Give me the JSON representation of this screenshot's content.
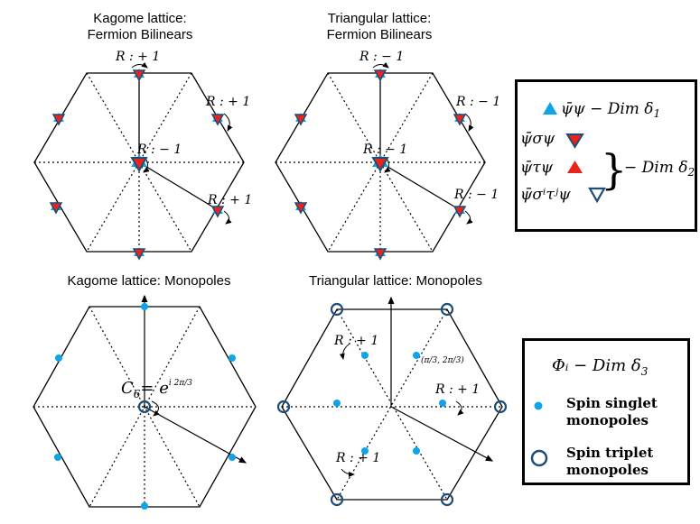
{
  "titles": {
    "kagome_bilinear_line1": "Kagome lattice:",
    "kagome_bilinear_line2": "Fermion Bilinears",
    "triangular_bilinear_line1": "Triangular lattice:",
    "triangular_bilinear_line2": "Fermion Bilinears",
    "kagome_monopole": "Kagome lattice: Monopoles",
    "triangular_monopole": "Triangular lattice: Monopoles"
  },
  "annotations": {
    "kagome_top": "R : + 1",
    "kagome_right_upper": "R : + 1",
    "kagome_center": "R : − 1",
    "kagome_right_lower": "R : + 1",
    "tri_top": "R : − 1",
    "tri_right_upper": "R : − 1",
    "tri_center": "R : − 1",
    "tri_right_lower": "R : − 1",
    "kagome_mono_c6": "C",
    "kagome_mono_c6_sub": "6",
    "kagome_mono_eq": "= e",
    "kagome_mono_exp": "i 2π/3",
    "tri_mono_r1": "R : + 1",
    "tri_mono_r2": "R : + 1",
    "tri_mono_r3": "R : + 1",
    "tri_mono_coord": "(π/3, 2π/3)"
  },
  "legend_bilinear": {
    "dim1_label": "ψ̄ψ − Dim δ",
    "dim1_sub": "1",
    "sigma_label": "ψ̄σψ",
    "tau_label": "ψ̄τψ",
    "sigmatau_label": "ψ̄σⁱτʲψ",
    "dim2_label": "− Dim δ",
    "dim2_sub": "2"
  },
  "legend_monopole": {
    "header": "Φᵢ − Dim δ",
    "header_sub": "3",
    "singlet_line1": "Spin singlet",
    "singlet_line2": "monopoles",
    "triplet_line1": "Spin triplet",
    "triplet_line2": "monopoles"
  },
  "colors": {
    "light_blue": "#0fa3e8",
    "dark_blue": "#1d4d78",
    "red": "#e8251a",
    "black": "#000000"
  }
}
